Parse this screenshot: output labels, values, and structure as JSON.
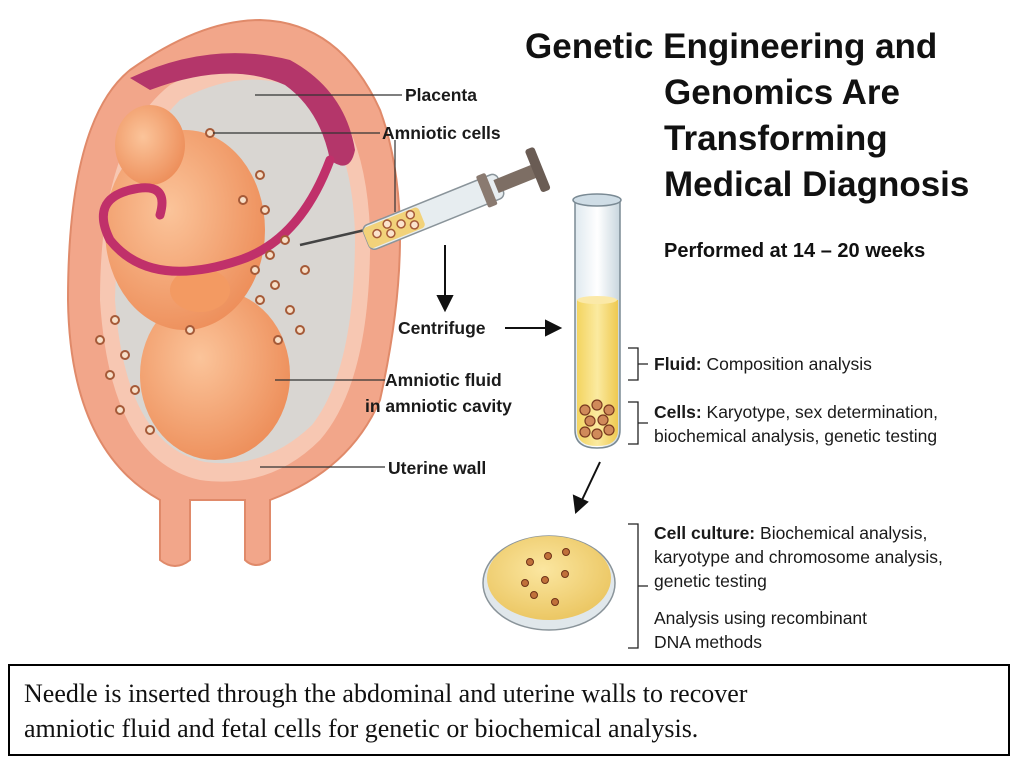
{
  "title": {
    "line1": "Genetic Engineering and",
    "line2": "Genomics Are",
    "line3": "Transforming",
    "line4": "Medical Diagnosis"
  },
  "subtitle": "Performed at 14 – 20 weeks",
  "labels": {
    "placenta": "Placenta",
    "amniotic_cells": "Amniotic cells",
    "centrifuge": "Centrifuge",
    "amniotic_fluid_1": "Amniotic fluid",
    "amniotic_fluid_2": "in amniotic cavity",
    "uterine_wall": "Uterine wall"
  },
  "annotations": {
    "fluid_head": "Fluid:",
    "fluid_text": "Composition analysis",
    "cells_head": "Cells:",
    "cells_text1": "Karyotype, sex determination,",
    "cells_text2": "biochemical analysis, genetic testing",
    "culture_head": "Cell culture:",
    "culture_text1": "Biochemical analysis,",
    "culture_text2": "karyotype and chromosome analysis,",
    "culture_text3": "genetic testing",
    "recomb_text1": "Analysis using recombinant",
    "recomb_text2": "DNA methods"
  },
  "caption": {
    "line1": "Needle is inserted through the abdominal and uterine walls to recover",
    "line2": "amniotic fluid and fetal cells for genetic or biochemical analysis."
  },
  "colors": {
    "uterus_outer": "#f2a68a",
    "uterus_inner": "#f7c7b2",
    "cavity": "#d9d6d2",
    "fetus": "#f4a070",
    "umbilical": "#c0306a",
    "fluid": "#f5de7a",
    "cell": "#b5673a"
  }
}
